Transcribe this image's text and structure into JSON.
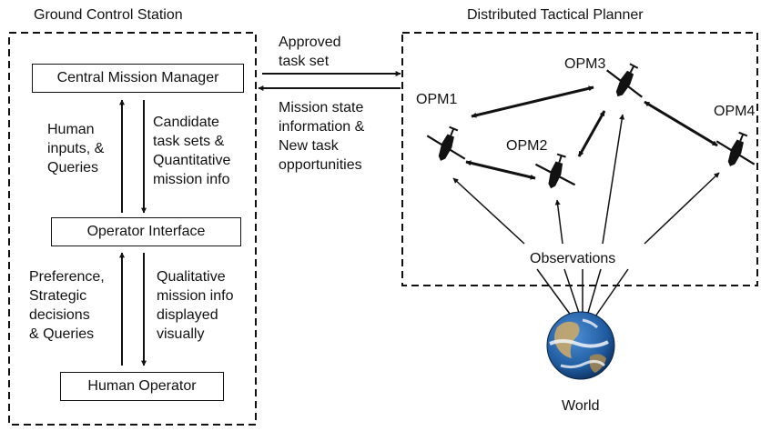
{
  "gcs": {
    "title": "Ground Control Station",
    "cmm": "Central Mission Manager",
    "oi": "Operator Interface",
    "ho": "Human Operator",
    "up1": "Human\ninputs, &\nQueries",
    "down1": "Candidate\ntask sets &\nQuantitative\nmission info",
    "up2": "Preference,\nStrategic\ndecisions\n& Queries",
    "down2": "Qualitative\nmission info\ndisplayed\nvisually"
  },
  "link": {
    "to_planner": "Approved\ntask set",
    "to_gcs": "Mission state\ninformation &\nNew task\nopportunities"
  },
  "dtp": {
    "title": "Distributed Tactical Planner",
    "opm1": "OPM1",
    "opm2": "OPM2",
    "opm3": "OPM3",
    "opm4": "OPM4",
    "observations": "Observations"
  },
  "world": {
    "label": "World"
  },
  "colors": {
    "ocean": "#2f6fb8",
    "land": "#c9a86a",
    "cloud": "#f2f4f7",
    "line": "#111111"
  }
}
